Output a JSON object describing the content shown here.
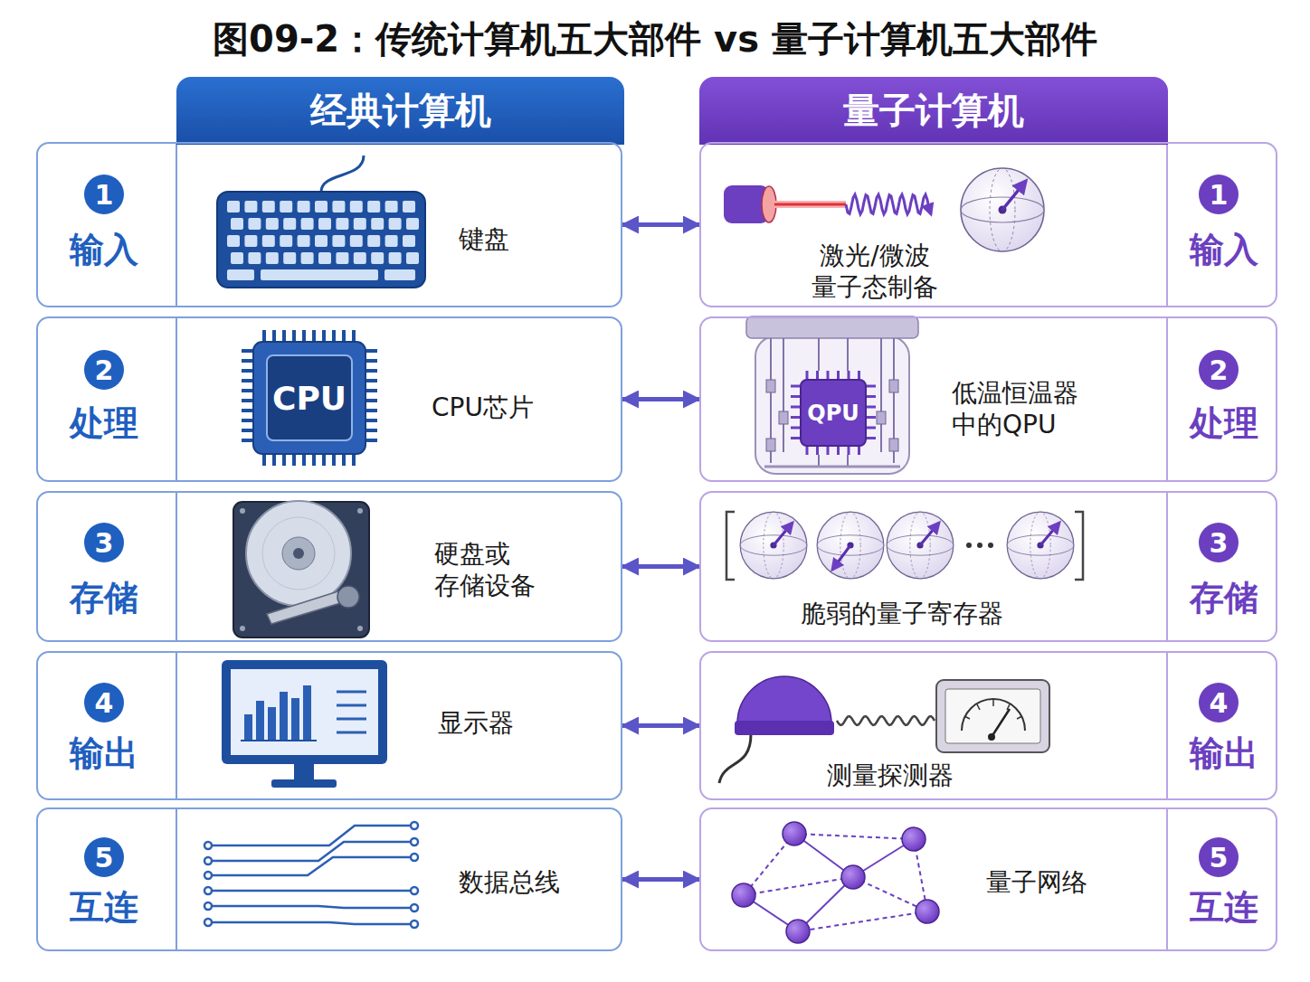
{
  "diagram": {
    "title": "图09-2：传统计算机五大部件 vs 量子计算机五大部件",
    "nodes": [
      {
        "text": [
          "经典计算机"
        ]
      },
      {
        "text": [
          "量子计算机"
        ]
      },
      {
        "text": [
          "输入",
          "键盘"
        ]
      },
      {
        "text": [
          "1"
        ],
        "in": 2
      },
      {
        "text": [
          "激光/微波 量子态制备",
          "输入"
        ]
      },
      {
        "text": [
          "1"
        ],
        "in": 4
      },
      {
        "text": [
          "处理",
          "CPU芯片"
        ]
      },
      {
        "text": [
          "2"
        ],
        "in": 6
      },
      {
        "text": [
          "低温恒温器 中的QPU",
          "处理"
        ]
      },
      {
        "text": [
          "2"
        ],
        "in": 8
      },
      {
        "text": [
          "存储",
          "硬盘或 存储设备"
        ]
      },
      {
        "text": [
          "3"
        ],
        "in": 10
      },
      {
        "text": [
          "脆弱的量子寄存器",
          "存储"
        ]
      },
      {
        "text": [
          "3"
        ],
        "in": 12
      },
      {
        "text": [
          "输出",
          "显示器"
        ]
      },
      {
        "text": [
          "4"
        ],
        "in": 14
      },
      {
        "text": [
          "测量探测器",
          "输出"
        ]
      },
      {
        "text": [
          "4"
        ],
        "in": 16
      },
      {
        "text": [
          "互连",
          "数据总线"
        ]
      },
      {
        "text": [
          "5"
        ],
        "in": 18
      },
      {
        "text": [
          "量子网络",
          "互连"
        ]
      },
      {
        "text": [
          "5"
        ],
        "in": 20
      }
    ],
    "edges": [
      {
        "from": 2,
        "to": 4,
        "arrow": "both"
      },
      {
        "from": 6,
        "to": 8,
        "arrow": "both"
      },
      {
        "from": 10,
        "to": 12,
        "arrow": "both"
      },
      {
        "from": 14,
        "to": 16,
        "arrow": "both"
      },
      {
        "from": 18,
        "to": 20,
        "arrow": "both"
      }
    ],
    "labels": [
      "CPU",
      "QPU"
    ]
  }
}
